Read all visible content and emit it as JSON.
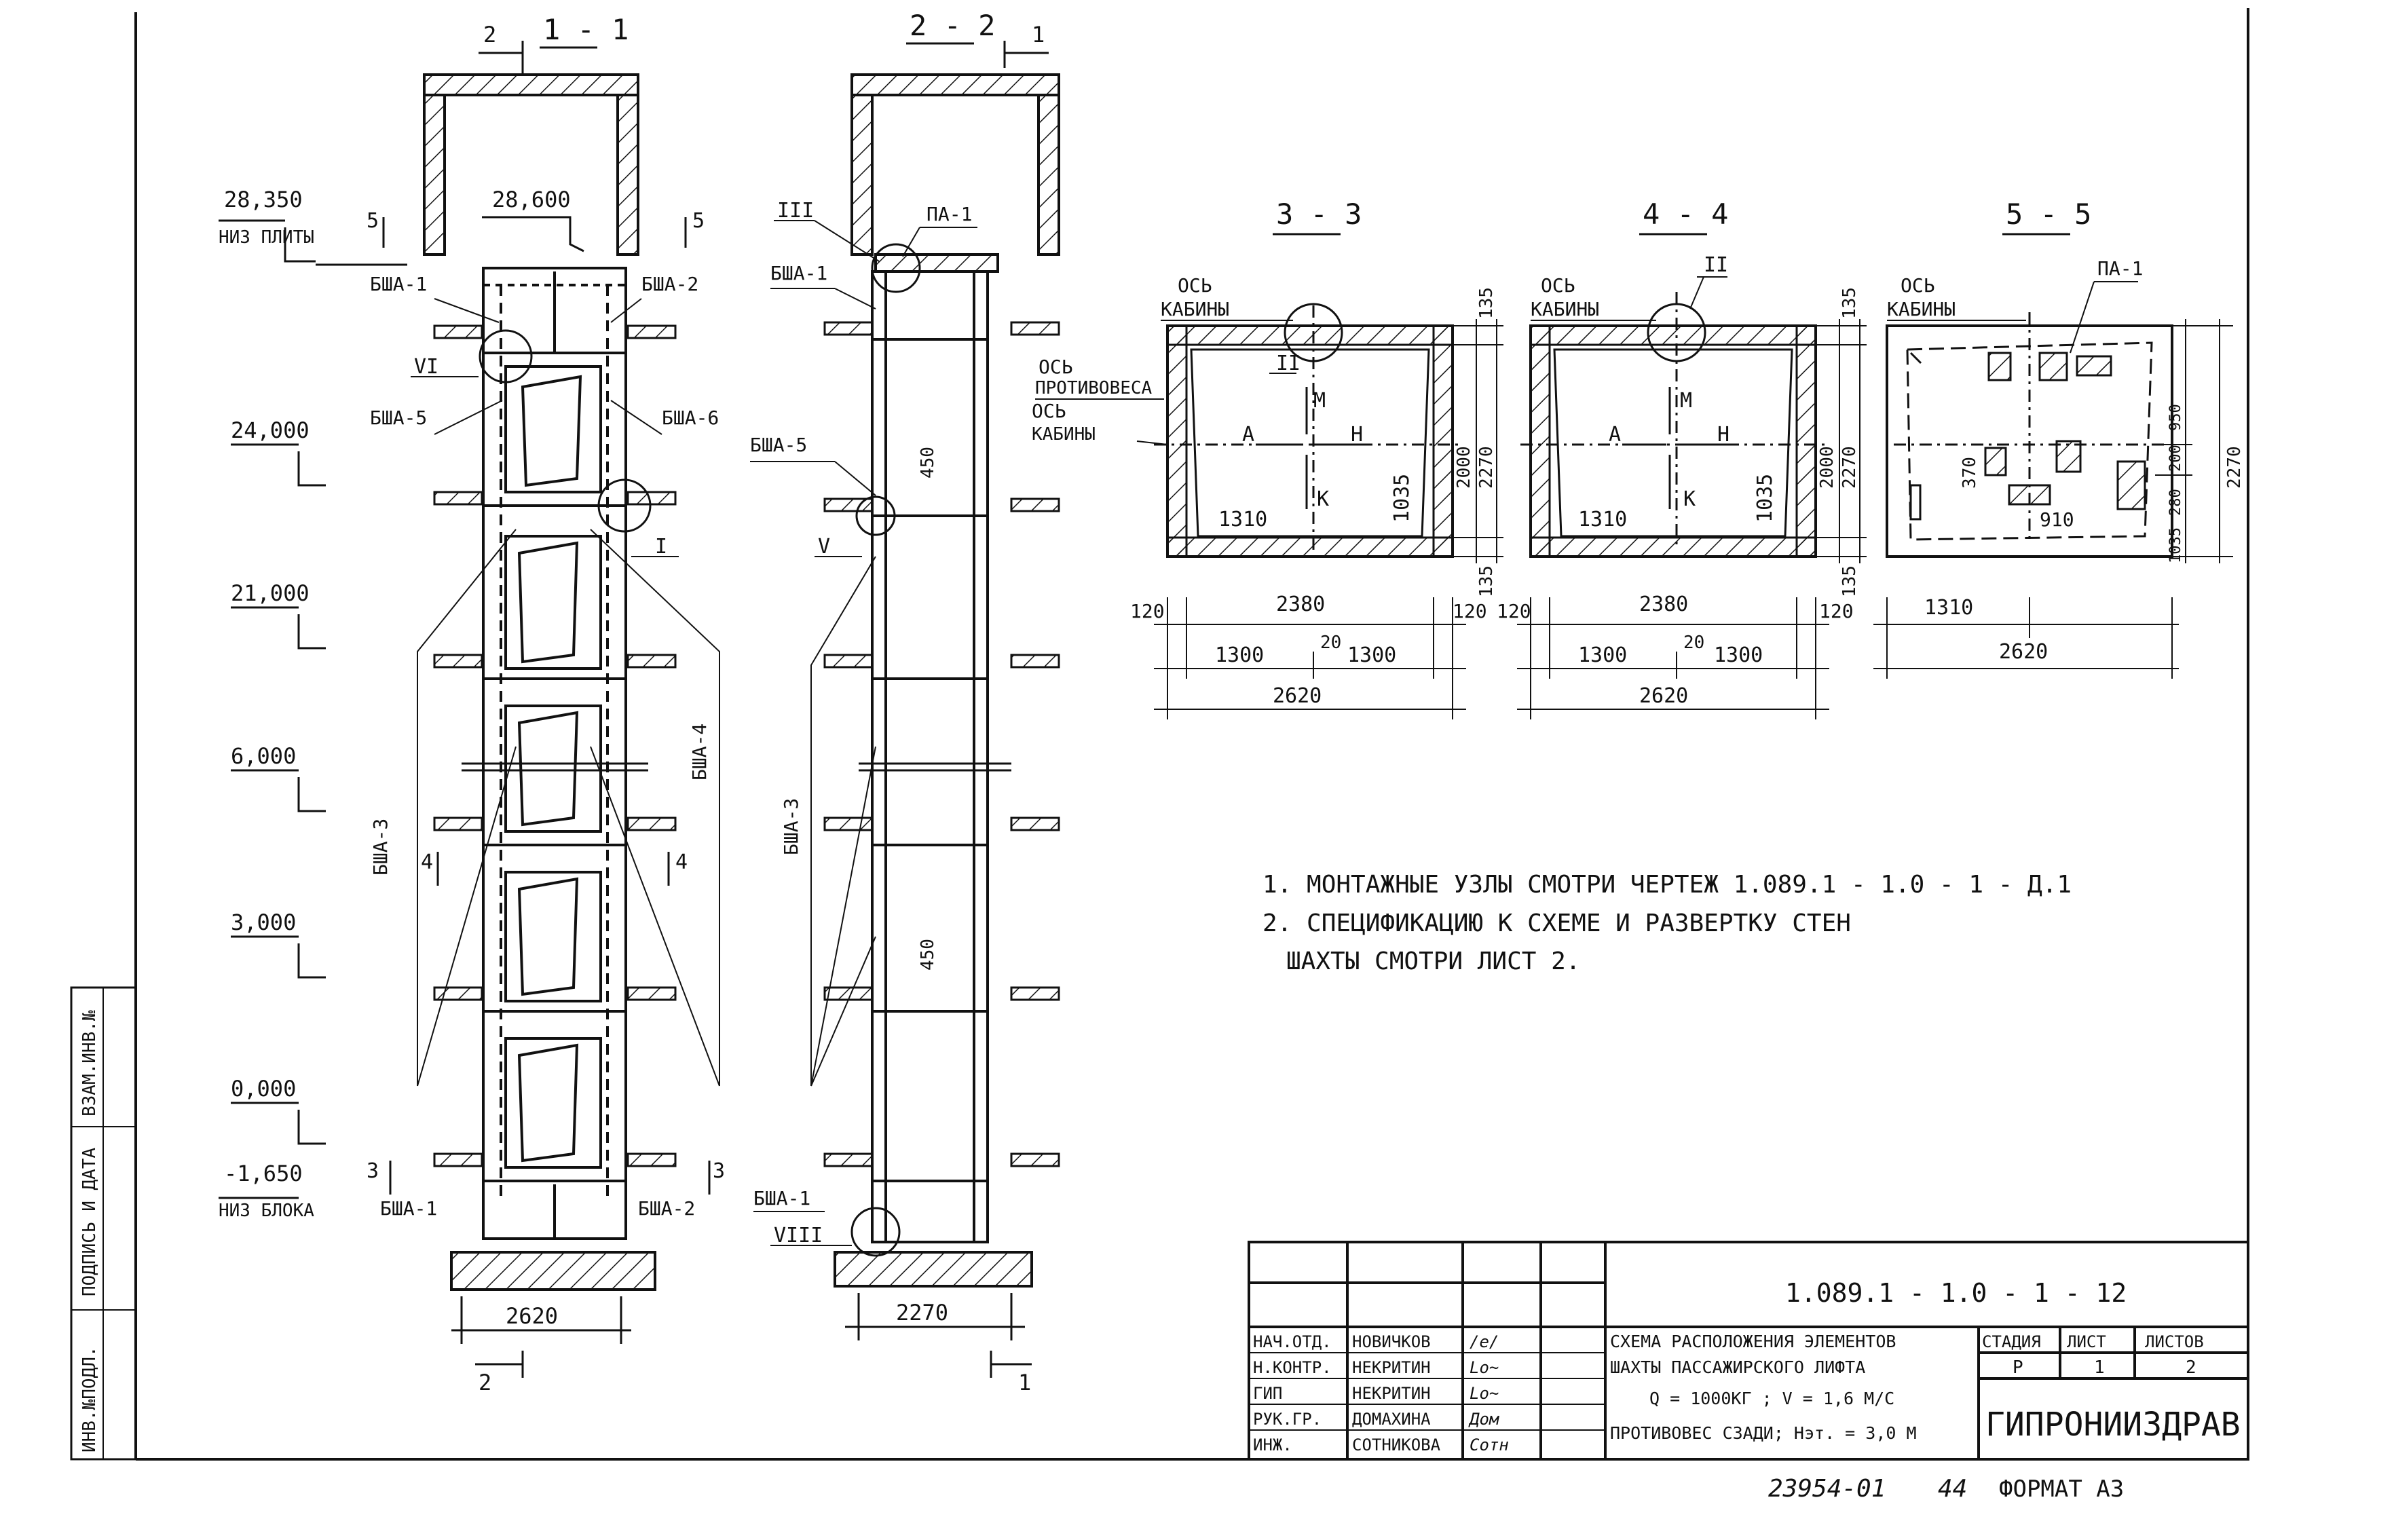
{
  "sections": {
    "s11": "1 - 1",
    "s22": "2 - 2",
    "s33": "3 - 3",
    "s44": "4 - 4",
    "s55": "5 - 5"
  },
  "cut_marks": {
    "n1": "1",
    "n2": "2",
    "n3": "3",
    "n4": "4",
    "n5": "5"
  },
  "levels": {
    "l28350": "28,350",
    "niz_plity": "НИЗ ПЛИТЫ",
    "l28600": "28,600",
    "l24000": "24,000",
    "l21000": "21,000",
    "l6000": "6,000",
    "l3000": "3,000",
    "l0000": "0,000",
    "lm1650": "-1,650",
    "niz_bloka": "НИЗ БЛОКА"
  },
  "blocks": {
    "bsha1": "БША-1",
    "bsha2": "БША-2",
    "bsha3": "БША-3",
    "bsha4": "БША-4",
    "bsha5": "БША-5",
    "bsha6": "БША-6",
    "pa1": "ПА-1"
  },
  "nodes": {
    "n1": "I",
    "n2": "II",
    "n3": "III",
    "n5": "V",
    "n6": "VI",
    "n8": "VIII"
  },
  "plan": {
    "os_kabiny": "ОСЬ",
    "kabiny": "КАБИНЫ",
    "os_protivovesa": "ОСЬ",
    "protivovesa": "ПРОТИВОВЕСА",
    "letter_a": "А",
    "letter_n": "Н",
    "letter_m": "М",
    "letter_k": "К"
  },
  "dims": {
    "d2620": "2620",
    "d2270": "2270",
    "d450": "450",
    "d135": "135",
    "d2000": "2000",
    "d1035": "1035",
    "d1310": "1310",
    "d2380": "2380",
    "d120": "120",
    "d1300": "1300",
    "d20": "20",
    "d950": "950",
    "d200": "200",
    "d280": "280",
    "d370": "370",
    "d910": "910"
  },
  "notes": {
    "line1": "1. МОНТАЖНЫЕ УЗЛЫ СМОТРИ ЧЕРТЕЖ 1.089.1 - 1.0 - 1 - Д.1",
    "line2": "2. СПЕЦИФИКАЦИЮ К СХЕМЕ И РАЗВЕРТКУ СТЕН",
    "line3": "ШАХТЫ СМОТРИ ЛИСТ 2."
  },
  "side_stamp": {
    "inv_podl": "ИНВ.№ПОДЛ.",
    "podpis": "ПОДПИСЬ И ДАТА",
    "vzam": "ВЗАМ.ИНВ.№"
  },
  "title_block": {
    "code": "1.089.1 - 1.0 - 1 - 12",
    "roles": [
      "НАЧ.ОТД.",
      "Н.КОНТР.",
      "ГИП",
      "РУК.ГР.",
      "ИНЖ."
    ],
    "names": [
      "НОВИЧКОВ",
      "НЕКРИТИН",
      "НЕКРИТИН",
      "ДОМАХИНА",
      "СОТНИКОВА"
    ],
    "signatures": [
      "/e/",
      "Lo~",
      "Lo~",
      "Дом",
      "Сотн"
    ],
    "desc1": "СХЕМА РАСПОЛОЖЕНИЯ ЭЛЕМЕНТОВ",
    "desc2": "ШАХТЫ ПАССАЖИРСКОГО ЛИФТА",
    "desc3": "Q = 1000КГ ; V = 1,6 М/С",
    "desc4": "ПРОТИВОВЕС СЗАДИ; Hэт. = 3,0 М",
    "stage_h": "СТАДИЯ",
    "sheet_h": "ЛИСТ",
    "sheets_h": "ЛИСТОВ",
    "stage": "Р",
    "sheet": "1",
    "sheets": "2",
    "org": "ГИПРОНИИЗДРАВ"
  },
  "footer": {
    "number": "23954-01",
    "copies": "44",
    "format": "ФОРМАТ А3"
  }
}
